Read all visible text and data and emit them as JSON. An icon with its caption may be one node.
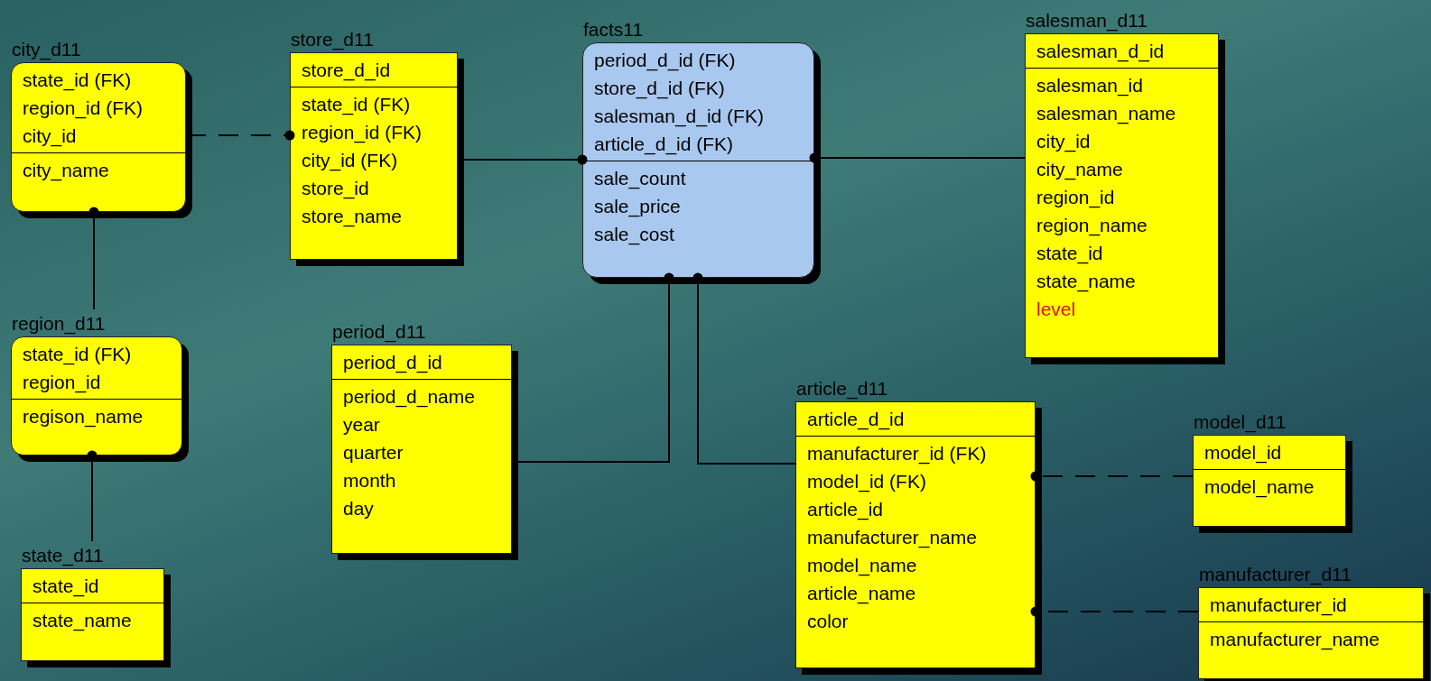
{
  "diagram": {
    "nodes": [
      {
        "text": [
          "city_d11",
          "state_id (FK)",
          "region_id (FK)",
          "city_id",
          "city_name"
        ]
      },
      {
        "text": [
          "store_d11",
          "store_d_id",
          "state_id (FK)",
          "region_id (FK)",
          "city_id (FK)",
          "store_id",
          "store_name"
        ]
      },
      {
        "text": [
          "facts11",
          "period_d_id (FK)",
          "store_d_id (FK)",
          "salesman_d_id (FK)",
          "article_d_id (FK)",
          "sale_count",
          "sale_price",
          "sale_cost"
        ]
      },
      {
        "text": [
          "salesman_d11",
          "salesman_d_id",
          "salesman_id",
          "salesman_name",
          "city_id",
          "city_name",
          "region_id",
          "region_name",
          "state_id",
          "state_name",
          "level"
        ]
      },
      {
        "text": [
          "region_d11",
          "state_id (FK)",
          "region_id",
          "regison_name"
        ]
      },
      {
        "text": [
          "period_d11",
          "period_d_id",
          "period_d_name",
          "year",
          "quarter",
          "month",
          "day"
        ]
      },
      {
        "text": [
          "article_d11",
          "article_d_id",
          "manufacturer_id (FK)",
          "model_id (FK)",
          "article_id",
          "manufacturer_name",
          "model_name",
          "article_name",
          "color"
        ]
      },
      {
        "text": [
          "model_d11",
          "model_id",
          "model_name"
        ]
      },
      {
        "text": [
          "state_d11",
          "state_id",
          "state_name"
        ]
      },
      {
        "text": [
          "manufacturer_d11",
          "manufacturer_id",
          "manufacturer_name"
        ]
      }
    ],
    "edges": [
      {
        "from": 0,
        "to": 1,
        "arrow": "other",
        "style": "dashed"
      },
      {
        "from": 4,
        "to": 0,
        "arrow": "other"
      },
      {
        "from": 8,
        "to": 4,
        "arrow": "other"
      },
      {
        "from": 1,
        "to": 2,
        "arrow": "other"
      },
      {
        "from": 3,
        "to": 2,
        "arrow": "other"
      },
      {
        "from": 5,
        "to": 2,
        "arrow": "other"
      },
      {
        "from": 6,
        "to": 2,
        "arrow": "other"
      },
      {
        "from": 7,
        "to": 6,
        "arrow": "other",
        "style": "dashed"
      },
      {
        "from": 9,
        "to": 6,
        "arrow": "other",
        "style": "dashed"
      }
    ]
  }
}
